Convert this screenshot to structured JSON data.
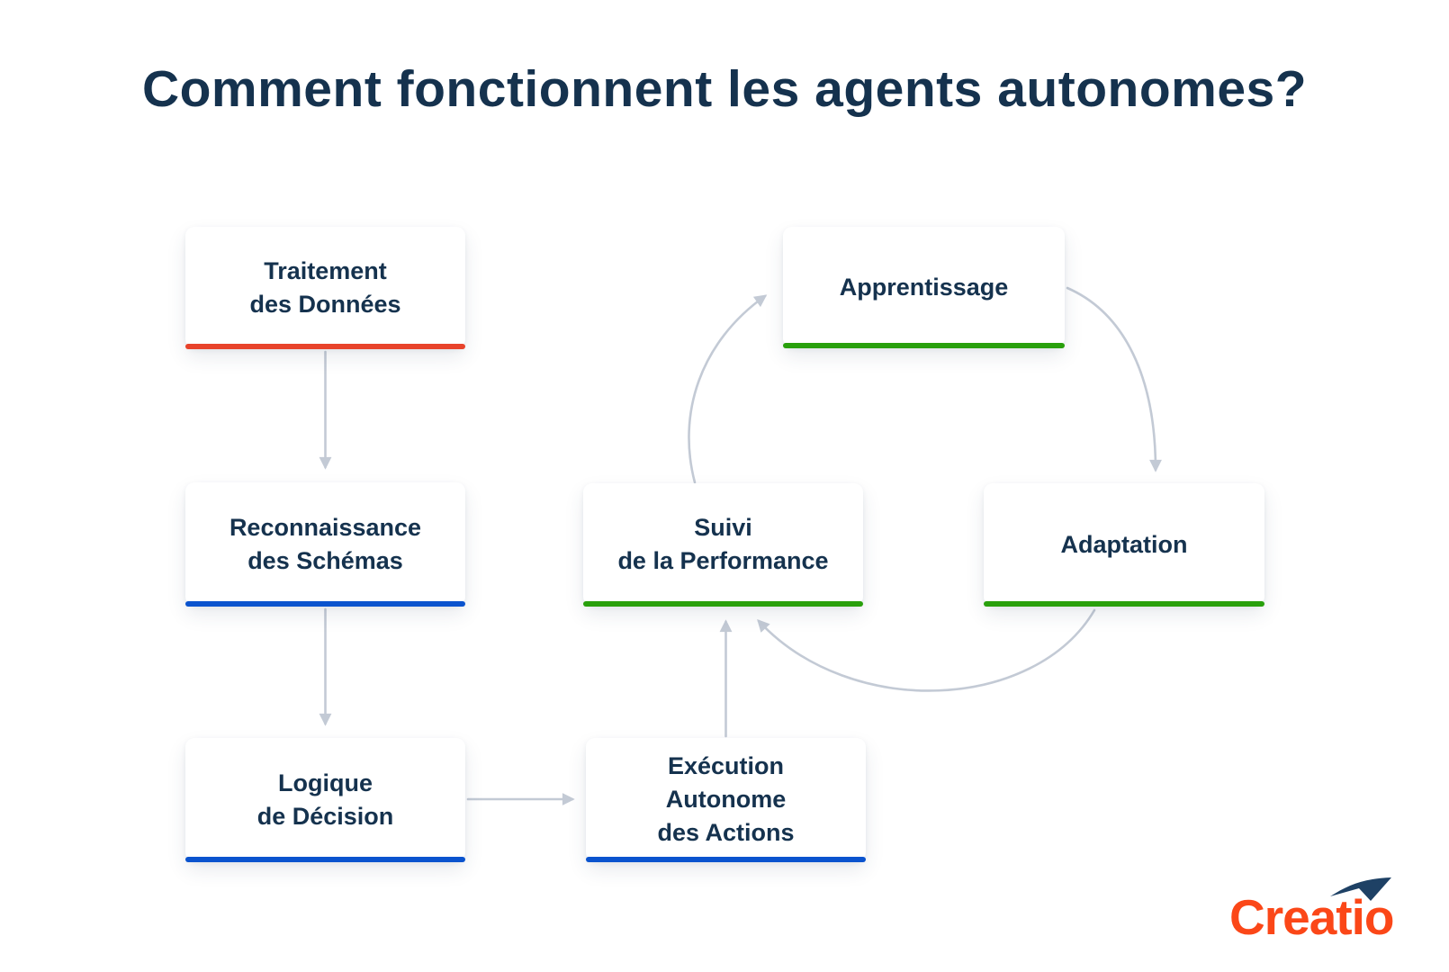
{
  "title": "Comment fonctionnent les agents autonomes?",
  "nodes": {
    "traitement": {
      "lines": [
        "Traitement",
        "des Données"
      ],
      "accent": "#e8432b"
    },
    "reconnaissance": {
      "lines": [
        "Reconnaissance",
        "des Schémas"
      ],
      "accent": "#0a53ce"
    },
    "logique": {
      "lines": [
        "Logique",
        "de Décision"
      ],
      "accent": "#0a53ce"
    },
    "execution": {
      "lines": [
        "Exécution",
        "Autonome",
        "des Actions"
      ],
      "accent": "#0a53ce"
    },
    "suivi": {
      "lines": [
        "Suivi",
        "de la Performance"
      ],
      "accent": "#29a00c"
    },
    "apprentissage": {
      "lines": [
        "Apprentissage"
      ],
      "accent": "#29a00c"
    },
    "adaptation": {
      "lines": [
        "Adaptation"
      ],
      "accent": "#29a00c"
    }
  },
  "flow": {
    "connections": [
      "Traitement des Données -> Reconnaissance des Schémas",
      "Reconnaissance des Schémas -> Logique de Décision",
      "Logique de Décision -> Exécution Autonome des Actions",
      "Exécution Autonome des Actions -> Suivi de la Performance",
      "Suivi de la Performance -> Apprentissage",
      "Apprentissage -> Adaptation",
      "Adaptation -> Suivi de la Performance"
    ]
  },
  "colors": {
    "background": "#ffffff",
    "title_text": "#15324e",
    "node_text": "#15324e",
    "arrow": "#c3cad5",
    "accent_red": "#e8432b",
    "accent_blue": "#0a53ce",
    "accent_green": "#29a00c",
    "logo_orange": "#fb4718",
    "logo_navy": "#1e4165"
  },
  "logo": {
    "text": "Creatio"
  }
}
